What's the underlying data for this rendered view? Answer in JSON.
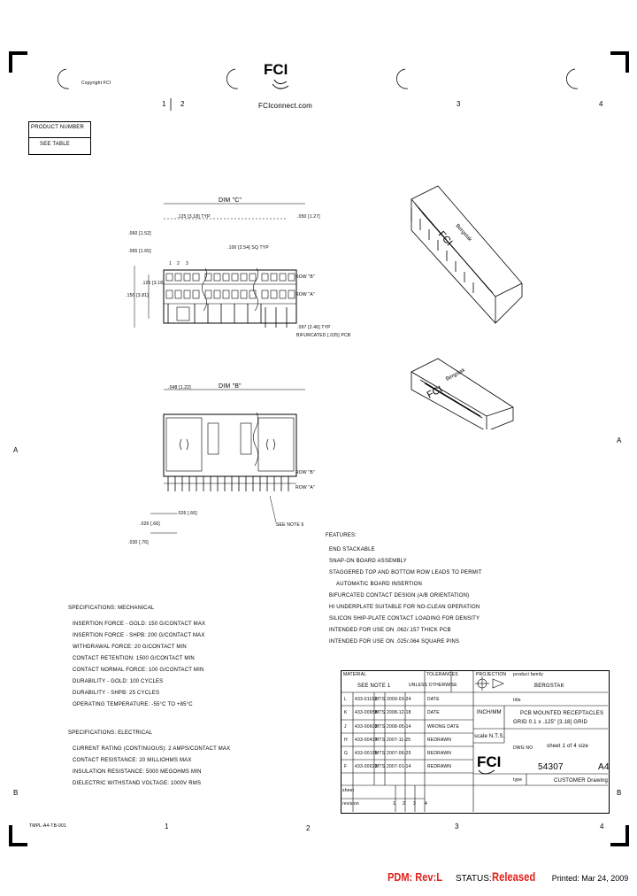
{
  "header": {
    "copyright": "Copyright FCI",
    "logo_text": "FCI",
    "website": "FCIconnect.com",
    "zone_numbers_top": [
      "1",
      "2",
      "3",
      "4"
    ],
    "zone_numbers_bottom": [
      "1",
      "2",
      "3",
      "4"
    ],
    "zone_letters_left": [
      "A",
      "B"
    ],
    "zone_letters_right": [
      "A",
      "B"
    ]
  },
  "product_number": {
    "label": "PRODUCT NUMBER",
    "value": "SEE TABLE"
  },
  "drawing": {
    "dim_c": "DIM \"C\"",
    "dim_b": "DIM \"B\"",
    "d1": ".125 [3.18] TYP",
    "d2": ".050 [1.27]",
    "d3": ".060 [1.52]",
    "d4": ".065 [1.65]",
    "d5": ".100 [2.54] SQ TYP",
    "d6": ".125 [3.18]",
    "d7": ".150 [3.81]",
    "d8": ".097 [2.46] TYP",
    "d9": "BIFURCATED [.025] PCB",
    "d10": ".048 [1.22]",
    "d11": ".026 [.66]",
    "d12": ".026 [.66]",
    "d13": ".030 [.76]",
    "row_b": "ROW \"B\"",
    "row_a": "ROW \"A\"",
    "pins": [
      "1",
      "2",
      "3"
    ],
    "see_note": "SEE NOTE 6",
    "iso_label": "FCI",
    "iso_sub": "Bergstak"
  },
  "features": {
    "title": "FEATURES:",
    "items": [
      "END STACKABLE",
      "SNAP-ON BOARD ASSEMBLY",
      "STAGGERED TOP AND BOTTOM ROW LEADS TO PERMIT",
      "AUTOMATIC BOARD INSERTION",
      "BIFURCATED CONTACT DESIGN (A/B ORIENTATION)",
      "HI UNDERPLATE SUITABLE FOR NO-CLEAN OPERATION",
      "SILICON SHIP-PLATE CONTACT LOADING FOR DENSITY",
      "INTENDED FOR USE ON .062/.157 THICK PCB",
      "INTENDED FOR USE ON .025/.064 SQUARE PINS"
    ]
  },
  "spec_mech": {
    "title": "SPECIFICATIONS: MECHANICAL",
    "items": [
      "INSERTION FORCE - GOLD: 150 G/CONTACT MAX",
      "INSERTION FORCE - SHPB: 200 G/CONTACT MAX",
      "WITHDRAWAL FORCE: 20 G/CONTACT MIN",
      "CONTACT RETENTION: 1500 G/CONTACT MIN",
      "CONTACT NORMAL FORCE: 100 G/CONTACT MIN",
      "DURABILITY - GOLD: 100 CYCLES",
      "DURABILITY - SHPB: 25 CYCLES",
      "OPERATING TEMPERATURE: -55°C TO +85°C"
    ]
  },
  "spec_elec": {
    "title": "SPECIFICATIONS: ELECTRICAL",
    "items": [
      "CURRENT RATING (CONTINUOUS): 2 AMPS/CONTACT MAX",
      "CONTACT RESISTANCE: 20 MILLIOHMS MAX",
      "INSULATION RESISTANCE: 5000 MEGOHMS MIN",
      "DIELECTRIC WITHSTAND VOLTAGE: 1000V RMS"
    ]
  },
  "title_block": {
    "material_label": "MATERIAL",
    "material_value": "SEE NOTE 1",
    "tolerance_label": "TOLERANCES",
    "tolerance_value": "UNLESS OTHERWISE",
    "projection_label": "PROJECTION",
    "product_family_label": "product family",
    "product_family_value": "BERGSTAK",
    "title_label": "title",
    "title_line1": "PCB MOUNTED RECEPTACLES",
    "title_line2": "GRID 0.1 x .125\" [3.18] GRID",
    "unit": "INCH/MM",
    "scale": "scale N.T.S.",
    "drawing_no_label": "DWG NO",
    "drawing_no": "54307",
    "size": "A4",
    "sheet": "sheet 1 of 4 size",
    "customer_drawing": "CUSTOMER Drawing",
    "type_label": "type",
    "rev_rows": [
      {
        "rev": "L",
        "ecn": "433-01162",
        "init": "MTS",
        "date": "2009-03-24",
        "desc": "DATE"
      },
      {
        "rev": "K",
        "ecn": "433-00958",
        "init": "MTS",
        "date": "2008-12-18",
        "desc": "DATE"
      },
      {
        "rev": "J",
        "ecn": "433-00602",
        "init": "MTS",
        "date": "2008-05-14",
        "desc": "WRONG DATE"
      },
      {
        "rev": "H",
        "ecn": "433-00437",
        "init": "MTS",
        "date": "2007-11-25",
        "desc": "REDRAWN"
      },
      {
        "rev": "G",
        "ecn": "433-00195",
        "init": "MTS",
        "date": "2007-06-25",
        "desc": "REDRAWN"
      },
      {
        "rev": "F",
        "ecn": "433-00022",
        "init": "MTS",
        "date": "2007-01-14",
        "desc": "REDRAWN"
      }
    ],
    "sheet_row_label": "sheet",
    "rev_row_label": "revision",
    "sheet_nums": [
      "1",
      "2",
      "3",
      "4"
    ],
    "template": "TMPL-A4-TB-001"
  },
  "status_bar": {
    "pdm": "PDM: Rev:L",
    "status_label": "STATUS:",
    "status_value": "Released",
    "printed": "Printed: Mar 24, 2009"
  },
  "colors": {
    "status_red": "#e0201b",
    "ink": "#000000"
  }
}
